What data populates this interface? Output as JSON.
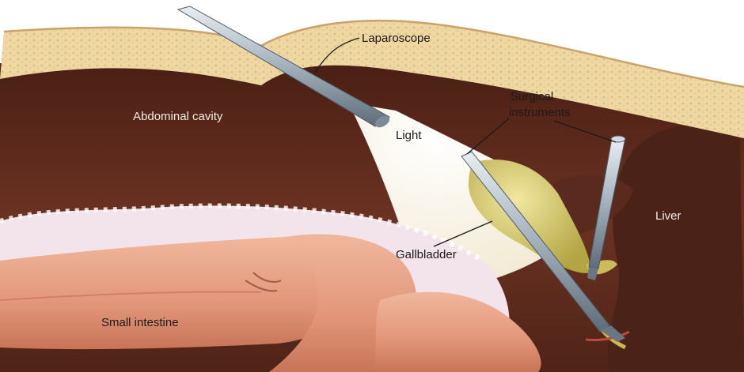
{
  "labels": {
    "laparoscope": "Laparoscope",
    "abdominal_cavity": "Abdominal cavity",
    "light": "Light",
    "surgical_instruments_line1": "Surgical",
    "surgical_instruments_line2": "instruments",
    "liver": "Liver",
    "gallbladder": "Gallbladder",
    "small_intestine": "Small intestine"
  },
  "colors": {
    "skin_fat": "#efd7a2",
    "skin_fat_dots": "#d9b77a",
    "cavity": "#5a2a1c",
    "liver": "#4a2218",
    "light_beam": "#fbf6e8",
    "intestine": "#e9a58a",
    "omentum": "#f3e3ea",
    "gallbladder": "#d8cc6a",
    "instrument_metal": "#a9b7c2"
  }
}
